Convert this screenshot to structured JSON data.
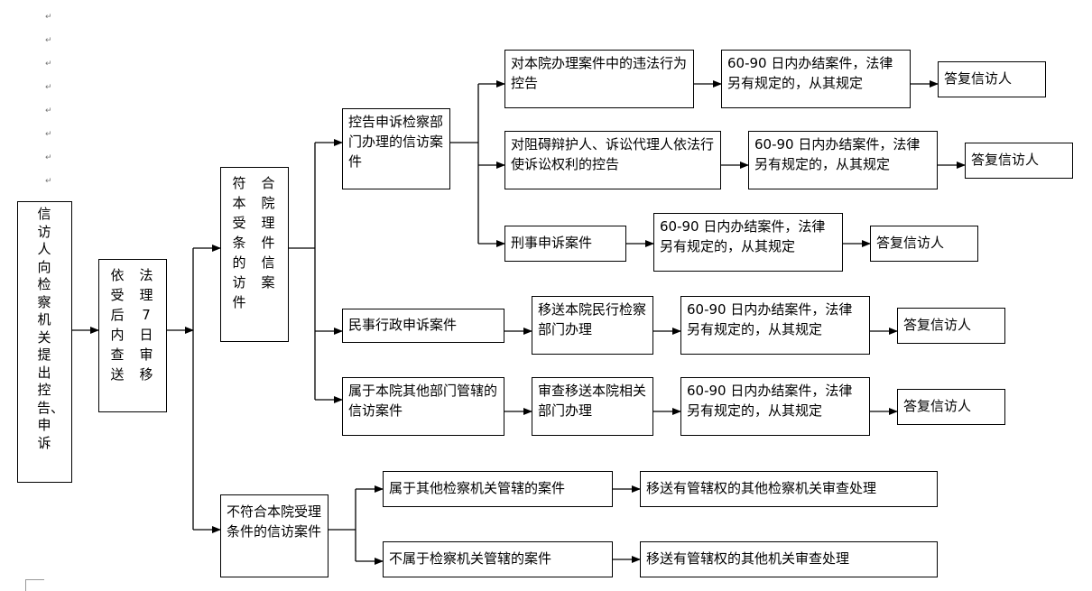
{
  "para_mark": "↵",
  "boxes": {
    "start": "信访人向检察机关提出控告、申诉",
    "b1": {
      "left_col": "依受后内查送",
      "right_col": "法理7日审移"
    },
    "b2": {
      "left_col": "符本受条的访件",
      "right_col": "合院理件信案"
    },
    "b3": "控告申诉检察部门办理的信访案件",
    "b4": "对本院办理案件中的违法行为控告",
    "b5": "60-90 日内办结案件，法律另有规定的，从其规定",
    "b6": "答复信访人",
    "b7": "对阻碍辩护人、诉讼代理人依法行使诉讼权利的控告",
    "b8": "60-90 日内办结案件，法律另有规定的，从其规定",
    "b9": "答复信访人",
    "b10": "刑事申诉案件",
    "b11": "60-90 日内办结案件，法律另有规定的，从其规定",
    "b12": "答复信访人",
    "b13": "民事行政申诉案件",
    "b14": "移送本院民行检察部门办理",
    "b15": "60-90 日内办结案件，法律另有规定的，从其规定",
    "b16": "答复信访人",
    "b17": "属于本院其他部门管辖的信访案件",
    "b18": "审查移送本院相关部门办理",
    "b19": "60-90 日内办结案件，法律另有规定的，从其规定",
    "b20": "答复信访人",
    "b21": "不符合本院受理条件的信访案件",
    "b22": "属于其他检察机关管辖的案件",
    "b23": "移送有管辖权的其他检察机关审查处理",
    "b24": "不属于检察机关管辖的案件",
    "b25": "移送有管辖权的其他机关审查处理"
  }
}
